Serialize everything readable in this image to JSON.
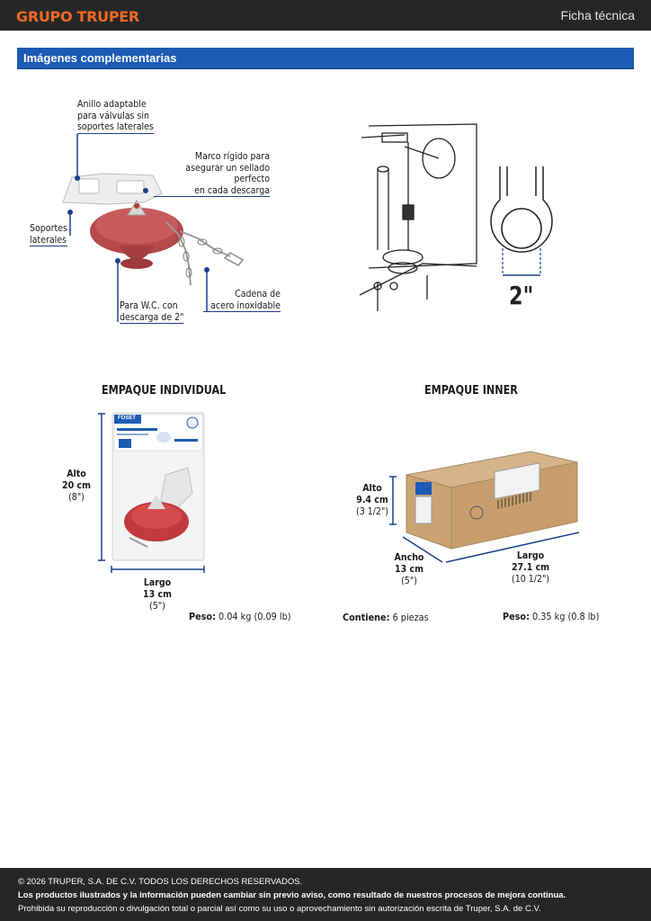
{
  "header": {
    "brand": "GRUPO TRUPER",
    "document_type": "Ficha técnica"
  },
  "section": {
    "title": "Imágenes complementarias"
  },
  "product_callouts": {
    "anillo": [
      "Anillo adaptable",
      "para válvulas sin",
      "soportes laterales"
    ],
    "marco": [
      "Marco rígido para",
      "asegurar un sellado perfecto",
      "en cada descarga"
    ],
    "soportes": [
      "Soportes",
      "laterales"
    ],
    "wc": [
      "Para W.C. con",
      "descarga de 2\""
    ],
    "cadena": [
      "Cadena de",
      "acero inoxidable"
    ]
  },
  "installation": {
    "size_label": "2\""
  },
  "individual": {
    "heading": "EMPAQUE INDIVIDUAL",
    "package_brand": "FOSET",
    "alto_label": "Alto",
    "alto_value": "20 cm",
    "alto_inches": "(8\")",
    "largo_label": "Largo",
    "largo_value": "13 cm",
    "largo_inches": "(5\")",
    "peso_label": "Peso:",
    "peso_value": "0.04 kg (0.09 lb)"
  },
  "inner": {
    "heading": "EMPAQUE INNER",
    "alto_label": "Alto",
    "alto_value": "9.4 cm",
    "alto_inches": "(3 1/2\")",
    "ancho_label": "Ancho",
    "ancho_value": "13 cm",
    "ancho_inches": "(5\")",
    "largo_label": "Largo",
    "largo_value": "27.1 cm",
    "largo_inches": "(10 1/2\")",
    "contiene_label": "Contiene:",
    "contiene_value": "6 piezas",
    "peso_label": "Peso:",
    "peso_value": "0.35 kg (0.8 lb)"
  },
  "footer": {
    "copyright": "© 2026 TRUPER, S.A. DE C.V. TODOS LOS DERECHOS RESERVADOS.",
    "notice": "Los productos ilustrados y la información pueden cambiar sin previo aviso, como resultado de nuestros procesos de mejora continua.",
    "legal": "Prohibida su reproducción o divulgación total o parcial así como su uso o aprovechamiento sin autorización escrita de Truper, S.A. de C.V."
  },
  "colors": {
    "brand_orange": "#ef6a23",
    "section_blue": "#1b5bb3",
    "callout_blue": "#1b3f8f",
    "flapper_red": "#b5484a",
    "dark_bar": "#262626"
  }
}
